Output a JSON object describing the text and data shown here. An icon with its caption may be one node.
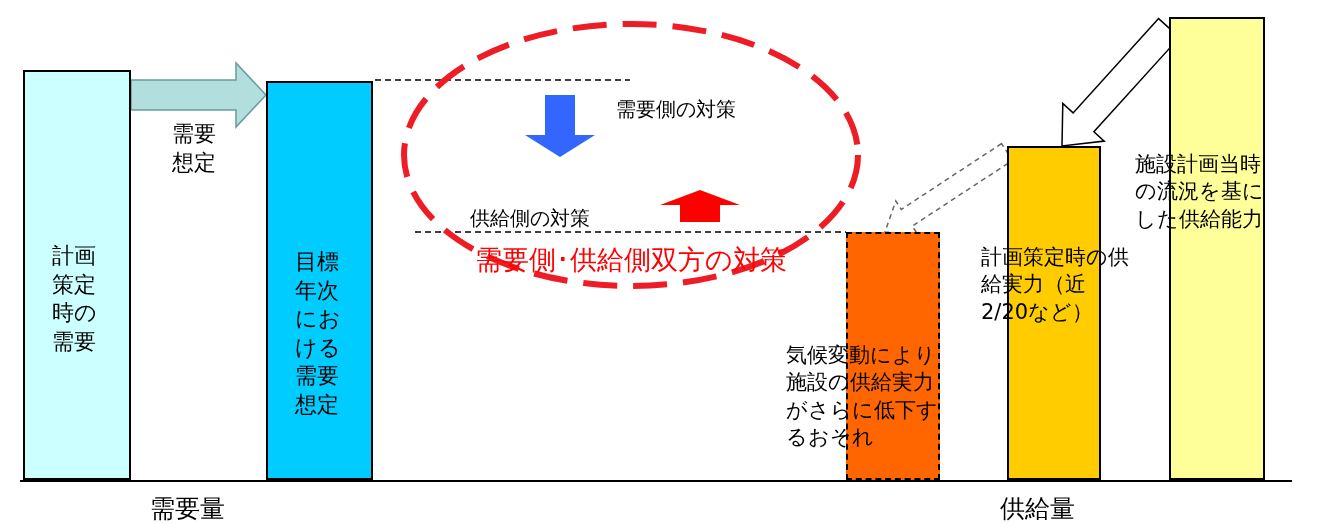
{
  "diagram": {
    "nodes": [
      {
        "text": [
          "計画策定時の需要"
        ]
      },
      {
        "text": [
          "目標年次における需要想定"
        ]
      },
      {
        "text": [
          "需要側･供給側双方の対策"
        ]
      },
      {
        "text": [
          "気候変動により施設の供給実力がさらに低下するおそれ"
        ]
      },
      {
        "text": [
          "計画策定時の供給実力（近2/20など）"
        ]
      },
      {
        "text": [
          "施設計画当時の流況を基にした供給能力"
        ]
      }
    ],
    "edges": [
      {
        "from": 0,
        "to": 1,
        "arrow": "to",
        "label": "需要想定"
      },
      {
        "from": 5,
        "to": 4,
        "arrow": "to"
      },
      {
        "from": 4,
        "to": 3,
        "arrow": "to",
        "style": "dashed"
      }
    ],
    "labels": [
      "需要側の対策",
      "供給側の対策",
      "需要量",
      "供給量"
    ]
  }
}
